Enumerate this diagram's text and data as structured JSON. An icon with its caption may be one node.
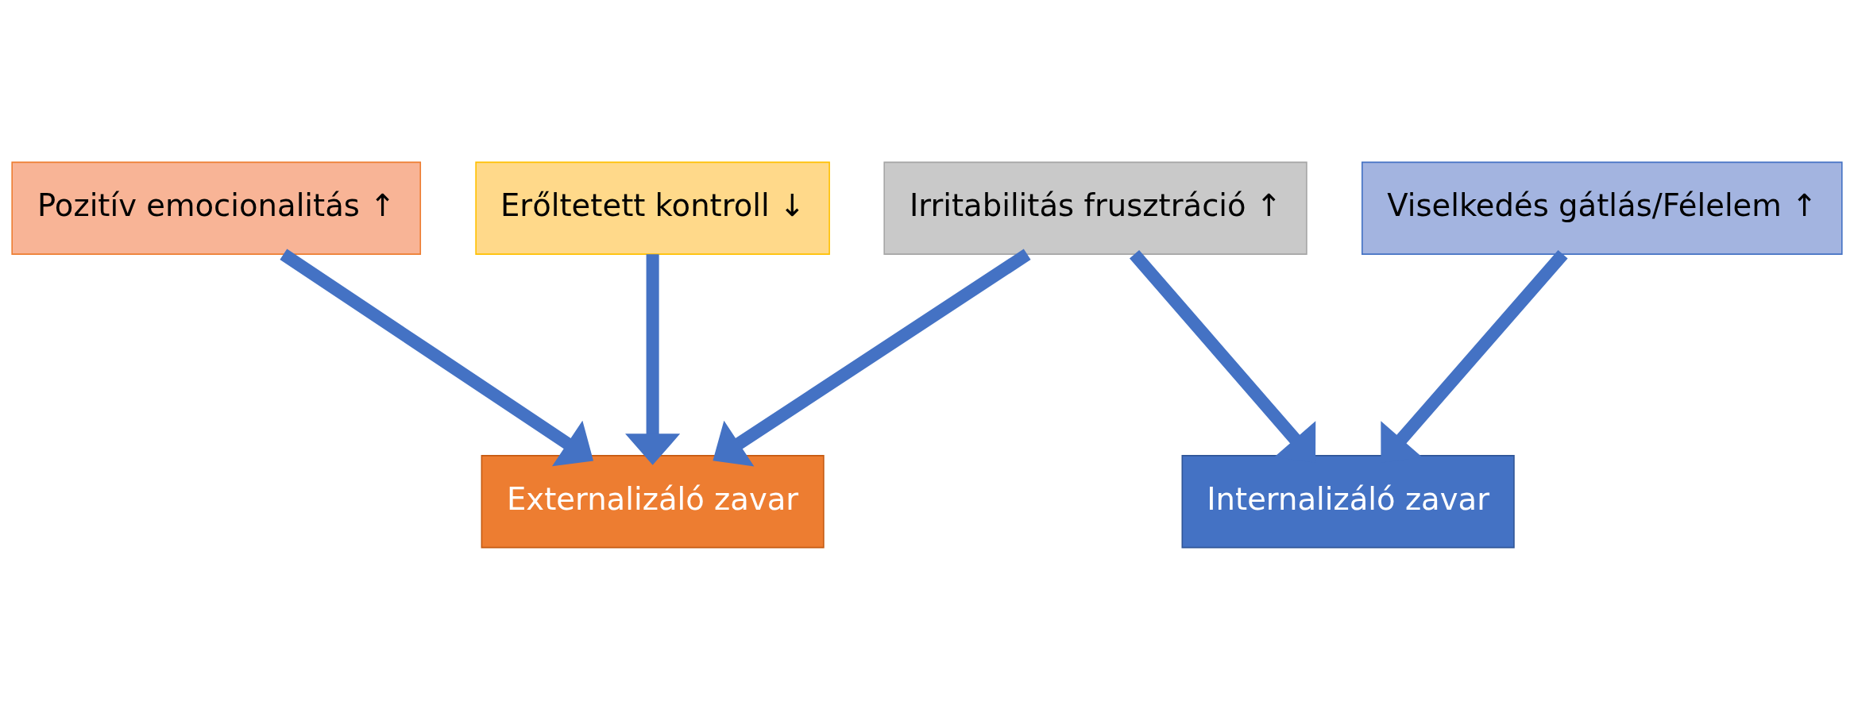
{
  "diagram": {
    "nodes": [
      {
        "text": [
          "Pozitív emocionalitás ↑"
        ]
      },
      {
        "text": [
          "Erőltetett kontroll ↓"
        ]
      },
      {
        "text": [
          "Irritabilitás frusztráció ↑"
        ]
      },
      {
        "text": [
          "Viselkedés gátlás/Félelem ↑"
        ]
      },
      {
        "text": [
          "Externalizáló zavar"
        ]
      },
      {
        "text": [
          "Internalizáló zavar"
        ]
      }
    ],
    "edges": [
      {
        "from": 0,
        "to": 4,
        "arrow": "to"
      },
      {
        "from": 1,
        "to": 4,
        "arrow": "to"
      },
      {
        "from": 2,
        "to": 4,
        "arrow": "to"
      },
      {
        "from": 2,
        "to": 5,
        "arrow": "to"
      },
      {
        "from": 3,
        "to": 5,
        "arrow": "to"
      }
    ]
  }
}
